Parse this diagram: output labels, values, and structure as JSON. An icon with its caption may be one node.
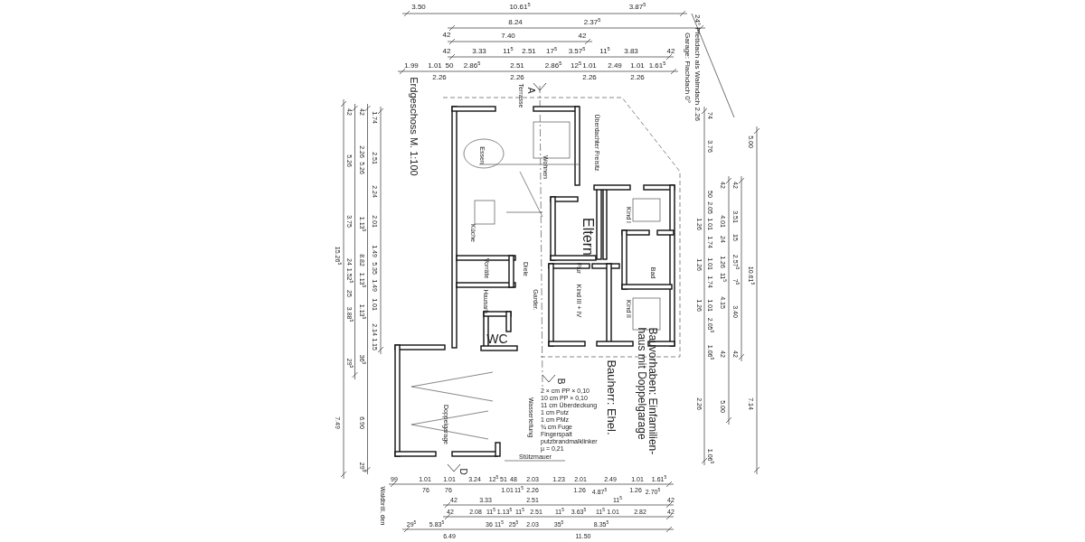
{
  "diagram": {
    "title": "Erdgeschoss M. 1:100",
    "labels": [
      "3.50",
      "10.61$^{5}$",
      "3.87$^{5}$",
      "8.24",
      "2.37$^{5}$",
      "42",
      "7.40",
      "42",
      "42",
      "3.33",
      "11$^{5}$",
      "2.51",
      "17$^{5}$",
      "3.57$^{5}$",
      "11$^{5}$",
      "3.83",
      "42",
      "1.99",
      "1.01",
      "50",
      "2.86$^{5}$",
      "2.51",
      "2.86$^{5}$",
      "12$^{5}$",
      "1.01",
      "2.49",
      "1.01",
      "1.61$^{5}$",
      "2.26",
      "2.26",
      "2.26",
      "2.26",
      "24° Pfettdach als Walmdach 2.26",
      "Garage: Flachdach 0°",
      "74",
      "3.76",
      "50",
      "2.05",
      "1.01",
      "1.74",
      "1.01",
      "1.74",
      "1.01",
      "2.05$^{5}$",
      "1.06$^{5}$",
      "1.06$^{5}$",
      "1.26",
      "1.26",
      "1.26",
      "2.26",
      "42",
      "4.01",
      "24",
      "1.26",
      "11$^{5}$",
      "4.15",
      "42",
      "5.00",
      "42",
      "3.51",
      "15",
      "2.57$^{5}$",
      "7$^{5}$",
      "3.40",
      "42",
      "5.00",
      "10.61$^{5}$",
      "7.14",
      "1.74",
      "2.51",
      "2.24",
      "2.01",
      "1.49",
      "5.35",
      "1.49",
      "1.01",
      "2.14",
      "1.15",
      "42",
      "2.26",
      "5.26",
      "1.13$^{5}$",
      "8.82",
      "1.13$^{5}$",
      "1.13$^{5}$",
      "36$^{5}$",
      "6.90",
      "29$^{5}$",
      "42",
      "5.26",
      "3.75",
      "24",
      "1.52$^{5}$",
      "25",
      "3.88$^{5}$",
      "29$^{5}$",
      "15.26$^{5}$",
      "7.49",
      "99",
      "1.01",
      "1.01",
      "3.24",
      "12$^{5}$",
      "51",
      "48",
      "2.03",
      "1.23",
      "2.01",
      "2.49",
      "1.01",
      "1.61$^{5}$",
      "76",
      "76",
      "1.01",
      "11$^{5}$",
      "2.26",
      "1.26",
      "4.87$^{5}$",
      "1.26",
      "2.70$^{5}$",
      "42",
      "3.33",
      "2.51",
      "11$^{5}$",
      "42",
      "42",
      "2.08",
      "11$^{5}$",
      "1.13$^{5}$",
      "11$^{5}$",
      "2.51",
      "11$^{5}$",
      "3.63$^{5}$",
      "11$^{5}$",
      "1.01",
      "2.82",
      "42",
      "29$^{5}$",
      "5.83$^{5}$",
      "36",
      "11$^{5}$",
      "25$^{5}$",
      "2.03",
      "35$^{5}$",
      "8.35$^{5}$",
      "6.49",
      "11.50",
      "Terrasse",
      "Überdachter Freisitz",
      "Essen",
      "Wohnen",
      "Küche",
      "Eltern",
      "Kind I",
      "Bad",
      "Flur",
      "Diele",
      "Vorräte",
      "Hausarb.",
      "Garder.",
      "Kind III + IV",
      "Kind II",
      "Doppelgarage",
      "WC",
      "Stützmauer",
      "Wasserleitung",
      "2 × cm PP × 0,10",
      "10 cm PP × 0,10",
      "11 cm Überdeckung",
      "1 cm Putz",
      "1 cm PMz",
      "¾ cm Fuge",
      "Fingerspalt",
      "putzbrandmalklinker",
      "µ = 0,21",
      "Bauvorhaben: Einfamilien- haus mit Doppelgarage",
      "Bauherr: Ehel.",
      "Waldbröl, den",
      "A",
      "B",
      "D"
    ]
  }
}
